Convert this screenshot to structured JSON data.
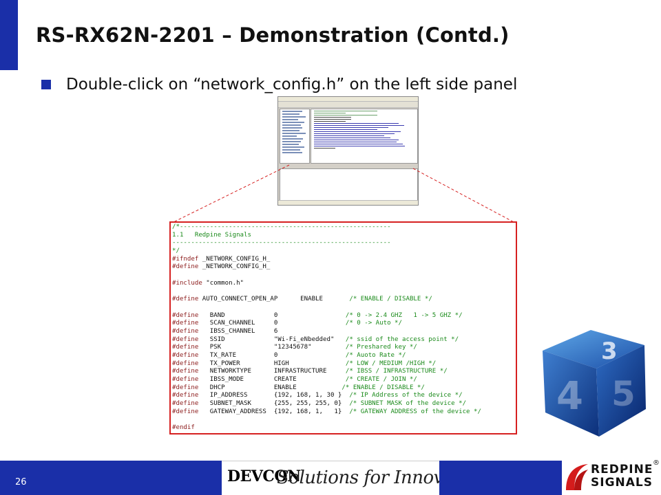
{
  "slide": {
    "title": "RS-RX62N-2201 – Demonstration (Contd.)",
    "bullet": "Double-click on “network_config.h” on the left side panel",
    "page_number": "26"
  },
  "code": {
    "lines": [
      {
        "t": "comment",
        "text": "/*--------------------------------------------------------"
      },
      {
        "t": "comment",
        "text": "1.1   Redpine Signals"
      },
      {
        "t": "comment",
        "text": "----------------------------------------------------------"
      },
      {
        "t": "comment",
        "text": "*/"
      },
      {
        "t": "mixed",
        "kw": "#ifndef",
        "rest": " _NETWORK_CONFIG_H_"
      },
      {
        "t": "mixed",
        "kw": "#define",
        "rest": " _NETWORK_CONFIG_H_"
      },
      {
        "t": "blank",
        "text": ""
      },
      {
        "t": "mixed",
        "kw": "#include",
        "rest": " \"common.h\""
      },
      {
        "t": "blank",
        "text": ""
      },
      {
        "t": "define",
        "name": " AUTO_CONNECT_OPEN_AP      ",
        "val": "ENABLE       ",
        "cmt": "/* ENABLE / DISABLE */"
      },
      {
        "t": "blank",
        "text": ""
      },
      {
        "t": "define",
        "name": "   BAND             ",
        "val": "0                  ",
        "cmt": "/* 0 -> 2.4 GHZ   1 -> 5 GHZ */"
      },
      {
        "t": "define",
        "name": "   SCAN_CHANNEL     ",
        "val": "0                  ",
        "cmt": "/* 0 -> Auto */"
      },
      {
        "t": "define",
        "name": "   IBSS_CHANNEL     ",
        "val": "6",
        "cmt": ""
      },
      {
        "t": "define",
        "name": "   SSID             ",
        "val": "\"Wi-Fi_eNbedded\"   ",
        "cmt": "/* ssid of the access point */"
      },
      {
        "t": "define",
        "name": "   PSK              ",
        "val": "\"12345678\"         ",
        "cmt": "/* Preshared key */"
      },
      {
        "t": "define",
        "name": "   TX_RATE          ",
        "val": "0                  ",
        "cmt": "/* Auoto Rate */"
      },
      {
        "t": "define",
        "name": "   TX_POWER         ",
        "val": "HIGH               ",
        "cmt": "/* LOW / MEDIUM /HIGH */"
      },
      {
        "t": "define",
        "name": "   NETWORKTYPE      ",
        "val": "INFRASTRUCTURE     ",
        "cmt": "/* IBSS / INFRASTRUCTURE */"
      },
      {
        "t": "define",
        "name": "   IBSS_MODE        ",
        "val": "CREATE             ",
        "cmt": "/* CREATE / JOIN */"
      },
      {
        "t": "define",
        "name": "   DHCP             ",
        "val": "ENABLE            ",
        "cmt": "/* ENABLE / DISABLE */"
      },
      {
        "t": "define",
        "name": "   IP_ADDRESS       ",
        "val": "{192, 168, 1, 30 }  ",
        "cmt": "/* IP Address of the device */"
      },
      {
        "t": "define",
        "name": "   SUBNET_MASK      ",
        "val": "{255, 255, 255, 0}  ",
        "cmt": "/* SUBNET MASK of the device */"
      },
      {
        "t": "define",
        "name": "   GATEWAY_ADDRESS  ",
        "val": "{192, 168, 1,   1}  ",
        "cmt": "/* GATEWAY ADDRESS of the device */"
      },
      {
        "t": "blank",
        "text": ""
      },
      {
        "t": "kwonly",
        "kw": "#endif"
      }
    ]
  },
  "footer": {
    "devcon": "DEVCON",
    "tagline": "Solutions for Innovation",
    "redpine_line1": "REDPINE",
    "redpine_line2": "SIGNALS",
    "registered": "®"
  },
  "colors": {
    "accent": "#1a2fa8",
    "highlight_border": "#d62020",
    "comment": "#1a8a1a",
    "keyword": "#8b1a1a"
  }
}
